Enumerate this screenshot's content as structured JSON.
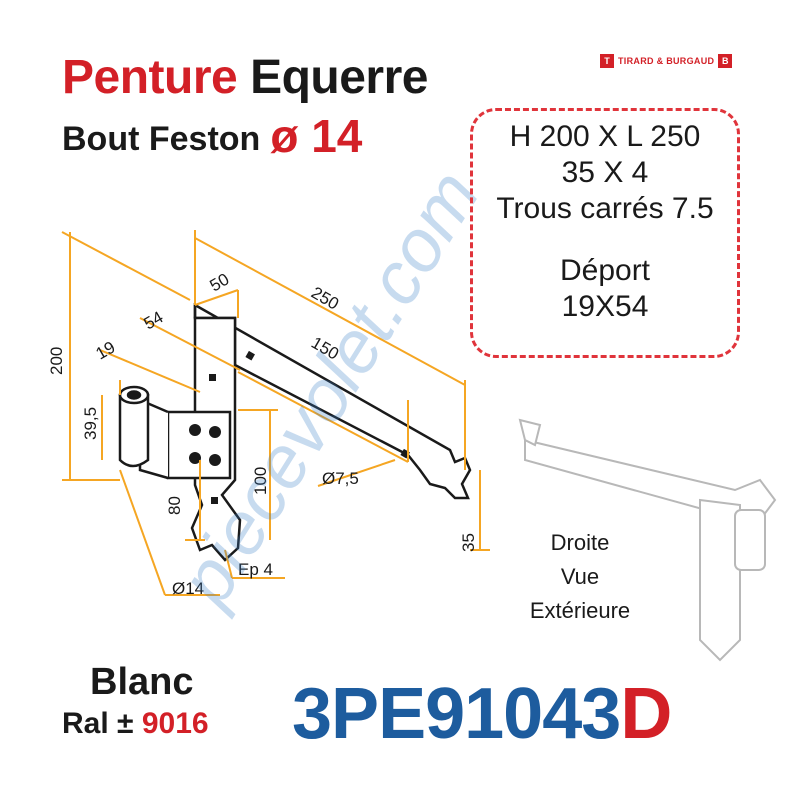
{
  "title": {
    "part1": "Penture",
    "part2": "Equerre"
  },
  "subtitle": {
    "text": "Bout Feston",
    "diameter": "ø 14"
  },
  "brand": {
    "name": "TIRARD & BURGAUD"
  },
  "specs": {
    "lines": [
      "H 200 X L 250",
      "35 X 4",
      "Trous carrés 7.5"
    ],
    "deport_label": "Déport",
    "deport_value": "19X54"
  },
  "drawing": {
    "dims": {
      "d200": "200",
      "d50": "50",
      "d250": "250",
      "d54": "54",
      "d150": "150",
      "d19": "19",
      "d39_5": "39,5",
      "d100": "100",
      "d80": "80",
      "d7_5": "Ø7,5",
      "d35": "35",
      "d14": "Ø14",
      "ep4": "Ep 4"
    }
  },
  "view": {
    "lines": [
      "Droite",
      "Vue",
      "Extérieure"
    ]
  },
  "finish": {
    "color": "Blanc",
    "ral_prefix": "Ral ±",
    "ral_number": "9016"
  },
  "reference": {
    "main": "3PE91043",
    "suffix": "D"
  },
  "watermark": {
    "text": "piecevolet.com"
  },
  "colors": {
    "red": "#d32027",
    "blue": "#1d5c9e",
    "dim_orange": "#f5a623",
    "black": "#1a1a1a"
  }
}
